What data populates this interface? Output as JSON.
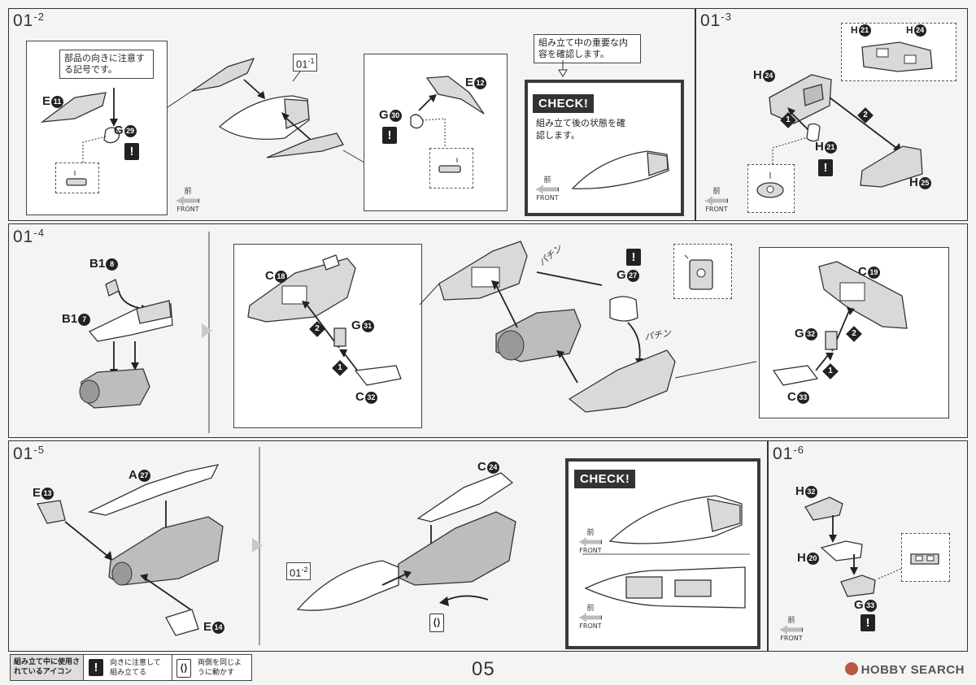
{
  "page_number": "05",
  "steps": {
    "s01_2": {
      "label": "01",
      "sub": "-2"
    },
    "s01_3": {
      "label": "01",
      "sub": "-3"
    },
    "s01_4": {
      "label": "01",
      "sub": "-4"
    },
    "s01_5": {
      "label": "01",
      "sub": "-5"
    },
    "s01_6": {
      "label": "01",
      "sub": "-6"
    }
  },
  "callouts": {
    "orientation_note": "部品の向きに注意する記号です。",
    "check_note": "組み立て中の重要な内容を確認します。"
  },
  "check": {
    "title": "CHECK!",
    "text": "組み立て後の状態を確認します。"
  },
  "front": {
    "jp": "前",
    "en": "FRONT"
  },
  "refs": {
    "r01_1": "01",
    "r01_1_sub": "-1",
    "r01_2": "01",
    "r01_2_sub": "-2"
  },
  "parts": {
    "E11": {
      "letter": "E",
      "num": "11"
    },
    "G29": {
      "letter": "G",
      "num": "29"
    },
    "E12": {
      "letter": "E",
      "num": "12"
    },
    "G30": {
      "letter": "G",
      "num": "30"
    },
    "H21a": {
      "letter": "H",
      "num": "21"
    },
    "H24a": {
      "letter": "H",
      "num": "24"
    },
    "H24b": {
      "letter": "H",
      "num": "24"
    },
    "H21b": {
      "letter": "H",
      "num": "21"
    },
    "H25": {
      "letter": "H",
      "num": "25"
    },
    "B18": {
      "letter": "B1",
      "num": "8"
    },
    "B17": {
      "letter": "B1",
      "num": "7"
    },
    "C18": {
      "letter": "C",
      "num": "18"
    },
    "G31": {
      "letter": "G",
      "num": "31"
    },
    "C32": {
      "letter": "C",
      "num": "32"
    },
    "G27": {
      "letter": "G",
      "num": "27"
    },
    "C19": {
      "letter": "C",
      "num": "19"
    },
    "G32": {
      "letter": "G",
      "num": "32"
    },
    "C33": {
      "letter": "C",
      "num": "33"
    },
    "A27": {
      "letter": "A",
      "num": "27"
    },
    "E13": {
      "letter": "E",
      "num": "13"
    },
    "E14": {
      "letter": "E",
      "num": "14"
    },
    "C24": {
      "letter": "C",
      "num": "24"
    },
    "H32": {
      "letter": "H",
      "num": "32"
    },
    "H20": {
      "letter": "H",
      "num": "20"
    },
    "G33": {
      "letter": "G",
      "num": "33"
    }
  },
  "sequence": {
    "one": "1",
    "two": "2"
  },
  "sfx": {
    "pachin": "パチン"
  },
  "legend": {
    "title": "組み立て中に使用されているアイコン",
    "item1": "向きに注意して組み立てる",
    "item2": "両側を同じように動かす"
  },
  "watermark": "HOBBY SEARCH"
}
